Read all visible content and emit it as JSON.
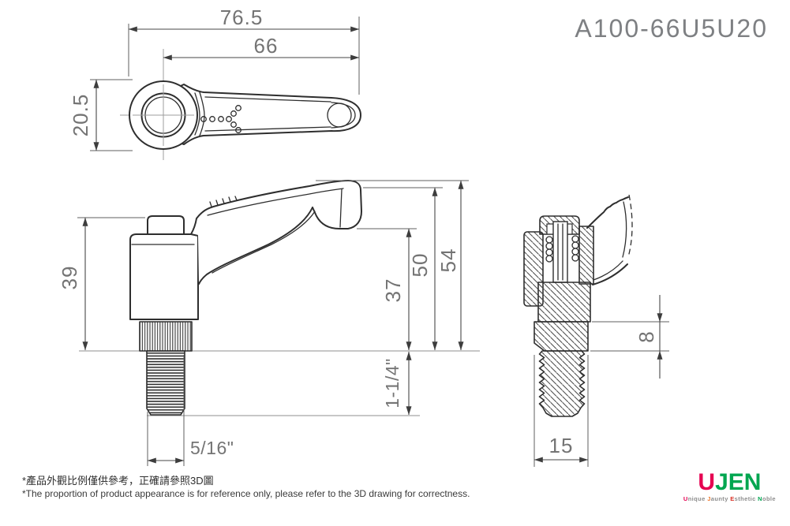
{
  "part_number": "A100-66U5U20",
  "dims": {
    "top": {
      "overall_width": "76.5",
      "center_to_end": "66",
      "boss_diameter": "20.5"
    },
    "front": {
      "body_height": "39",
      "grip_bottom_height": "37",
      "grip_top_height": "50",
      "overall_height": "54",
      "thread_length": "1-1/4\"",
      "thread_size": "5/16\""
    },
    "side": {
      "collar_height": "8",
      "base_width": "15"
    }
  },
  "notes": {
    "zh": "*產品外觀比例僅供參考，正確請參照3D圖",
    "en": "*The proportion of product appearance is for reference only, please refer to the 3D drawing for correctness."
  },
  "logo": {
    "part1": "U",
    "part2": "JEN",
    "colors": {
      "pink": "#e50051",
      "green": "#00a650",
      "orange": "#ef7a30",
      "red": "#d93025",
      "gray": "#8c8c8c"
    },
    "tagline": [
      {
        "initial": "U",
        "rest": "nique"
      },
      {
        "initial": "J",
        "rest": "aunty"
      },
      {
        "initial": "E",
        "rest": "sthetic"
      },
      {
        "initial": "N",
        "rest": "oble"
      }
    ]
  }
}
